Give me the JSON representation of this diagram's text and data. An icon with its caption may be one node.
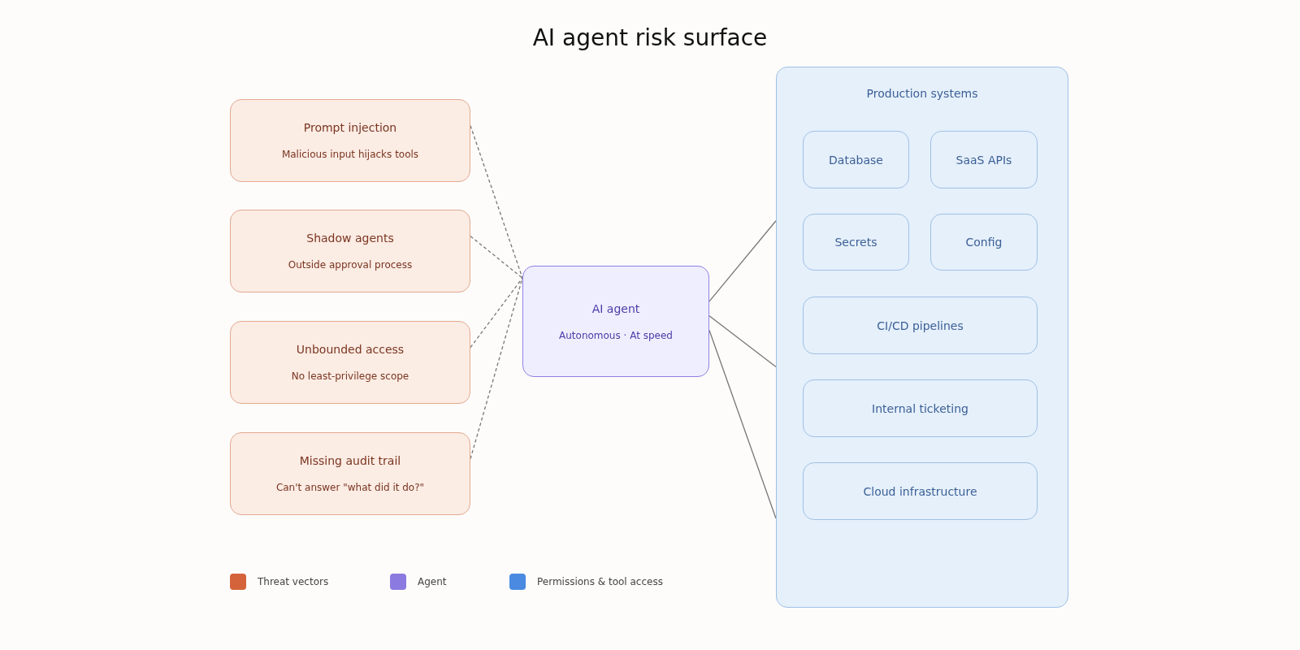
{
  "diagram": {
    "title": "AI agent risk surface",
    "nodes": [
      {
        "text": [
          "Prompt injection",
          "Malicious input hijacks tools"
        ]
      },
      {
        "text": [
          "Shadow agents",
          "Outside approval process"
        ]
      },
      {
        "text": [
          "Unbounded access",
          "No least-privilege scope"
        ]
      },
      {
        "text": [
          "Missing audit trail",
          "Can't answer \"what did it do?\""
        ]
      },
      {
        "text": [
          "AI agent",
          "Autonomous · At speed"
        ]
      },
      {
        "text": [
          "Production systems"
        ]
      },
      {
        "text": [
          "Database"
        ],
        "in": 5
      },
      {
        "text": [
          "SaaS APIs"
        ],
        "in": 5
      },
      {
        "text": [
          "Secrets"
        ],
        "in": 5
      },
      {
        "text": [
          "Config"
        ],
        "in": 5
      },
      {
        "text": [
          "CI/CD pipelines"
        ],
        "in": 5
      },
      {
        "text": [
          "Internal ticketing"
        ],
        "in": 5
      },
      {
        "text": [
          "Cloud infrastructure"
        ],
        "in": 5
      }
    ],
    "edges": [
      {
        "from": 0,
        "to": 4,
        "arrow": "none",
        "style": "dashed"
      },
      {
        "from": 1,
        "to": 4,
        "arrow": "none",
        "style": "dashed"
      },
      {
        "from": 2,
        "to": 4,
        "arrow": "none",
        "style": "dashed"
      },
      {
        "from": 3,
        "to": 4,
        "arrow": "none",
        "style": "dashed"
      },
      {
        "from": 4,
        "to": 5,
        "arrow": "none"
      },
      {
        "from": 4,
        "to": 5,
        "arrow": "none"
      },
      {
        "from": 4,
        "to": 5,
        "arrow": "none"
      }
    ],
    "legend": [
      {
        "text": "Threat vectors",
        "color": "#d4623a"
      },
      {
        "text": "Agent",
        "color": "#8b7ae0"
      },
      {
        "text": "Permissions & tool access",
        "color": "#4a8ae0"
      }
    ]
  }
}
